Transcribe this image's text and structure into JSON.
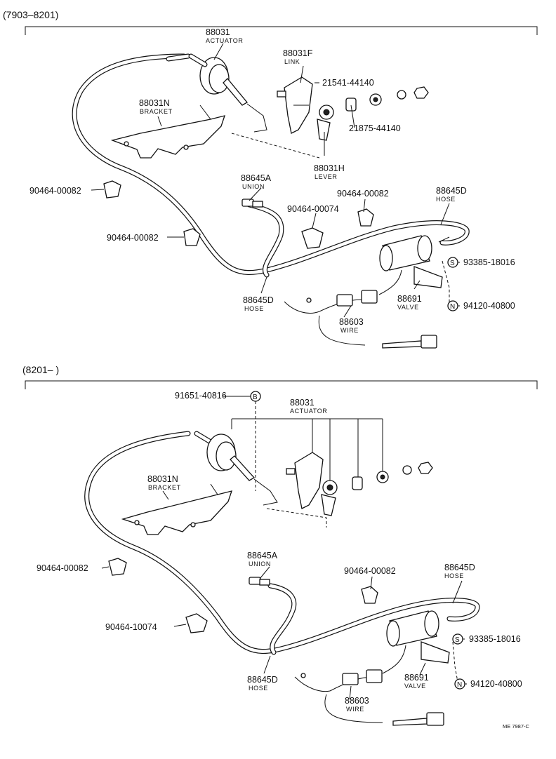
{
  "sections": [
    {
      "range": "(7903–8201)",
      "labels": {
        "actuator_no": "88031",
        "actuator_name": "ACTUATOR",
        "link_no": "88031F",
        "link_name": "LINK",
        "bolt_no": "21541-44140",
        "nut_no": "21875-44140",
        "bracket_no": "88031N",
        "bracket_name": "BRACKET",
        "lever_no": "88031H",
        "lever_name": "LEVER",
        "clamp_a": "90464-00082",
        "union_no": "88645A",
        "union_name": "UNION",
        "clamp_b": "90464-00082",
        "hose_no": "88645D",
        "hose_name": "HOSE",
        "clamp_c": "90464-00074",
        "clamp_d": "90464-00082",
        "s_part": "93385-18016",
        "hose2_no": "88645D",
        "hose2_name": "HOSE",
        "valve_no": "88691",
        "valve_name": "VALVE",
        "n_part": "94120-40800",
        "wire_no": "88603",
        "wire_name": "WIRE"
      }
    },
    {
      "range": "(8201–          )",
      "labels": {
        "b_part": "91651-40816",
        "actuator_no": "88031",
        "actuator_name": "ACTUATOR",
        "bracket_no": "88031N",
        "bracket_name": "BRACKET",
        "union_no": "88645A",
        "union_name": "UNION",
        "clamp_a": "90464-00082",
        "clamp_b": "90464-00082",
        "hose_no": "88645D",
        "hose_name": "HOSE",
        "clamp_c": "90464-10074",
        "s_part": "93385-18016",
        "hose2_no": "88645D",
        "hose2_name": "HOSE",
        "valve_no": "88691",
        "valve_name": "VALVE",
        "n_part": "94120-40800",
        "wire_no": "88603",
        "wire_name": "WIRE"
      }
    }
  ],
  "circle_markers": {
    "s": "S",
    "n": "N",
    "b": "B"
  },
  "footer_ref": "ME 7987-C"
}
